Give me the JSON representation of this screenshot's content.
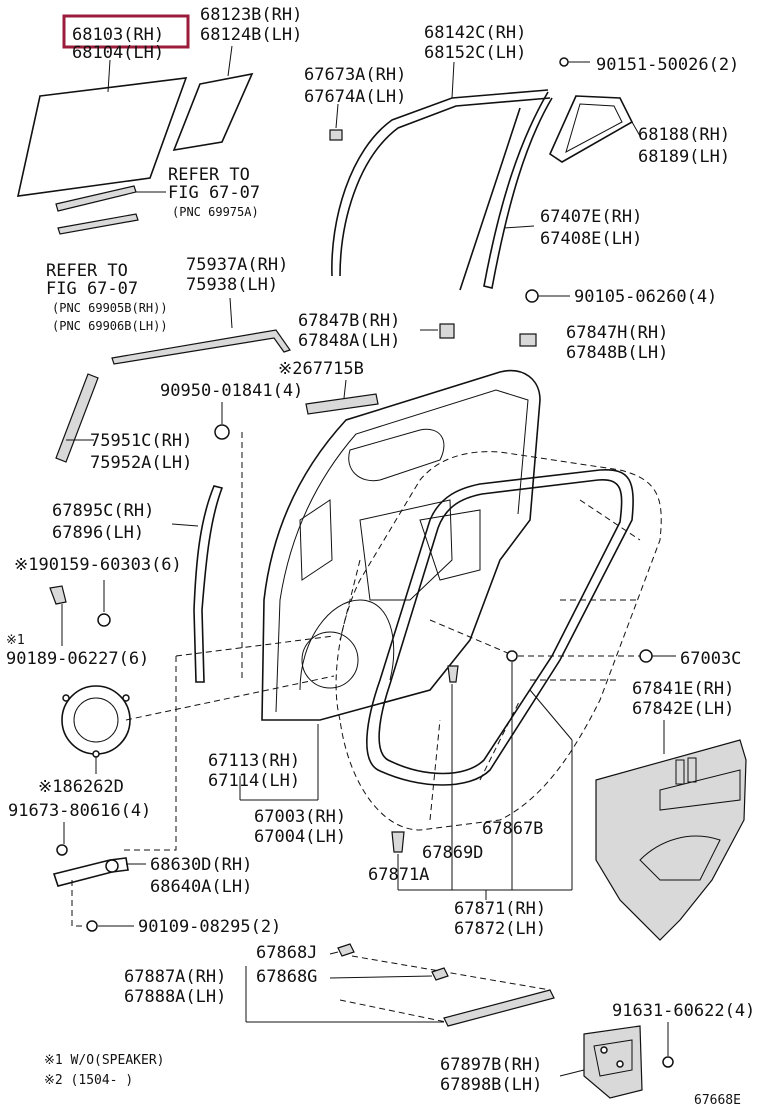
{
  "diagram_id": "67668E",
  "highlight_color": "#9b1b3a",
  "labels": [
    {
      "id": "p68103",
      "text": "68103(RH)"
    },
    {
      "id": "p68104",
      "text": "68104(LH)"
    },
    {
      "id": "p68123b",
      "text": "68123B(RH)"
    },
    {
      "id": "p68124b",
      "text": "68124B(LH)"
    },
    {
      "id": "p68142c",
      "text": "68142C(RH)"
    },
    {
      "id": "p68152c",
      "text": "68152C(LH)"
    },
    {
      "id": "p90151",
      "text": "90151-50026(2)"
    },
    {
      "id": "p67673a",
      "text": "67673A(RH)"
    },
    {
      "id": "p67674a",
      "text": "67674A(LH)"
    },
    {
      "id": "p68188",
      "text": "68188(RH)"
    },
    {
      "id": "p68189",
      "text": "68189(LH)"
    },
    {
      "id": "refer1a",
      "text": "REFER TO"
    },
    {
      "id": "refer1b",
      "text": "FIG 67-07"
    },
    {
      "id": "refer1c",
      "text": "(PNC 69975A)"
    },
    {
      "id": "p67407e",
      "text": "67407E(RH)"
    },
    {
      "id": "p67408e",
      "text": "67408E(LH)"
    },
    {
      "id": "refer2a",
      "text": "REFER TO"
    },
    {
      "id": "refer2b",
      "text": "FIG 67-07"
    },
    {
      "id": "refer2c",
      "text": "(PNC 69905B(RH))"
    },
    {
      "id": "refer2d",
      "text": "(PNC 69906B(LH))"
    },
    {
      "id": "p75937a",
      "text": "75937A(RH)"
    },
    {
      "id": "p75938",
      "text": "75938(LH)"
    },
    {
      "id": "p90105",
      "text": "90105-06260(4)"
    },
    {
      "id": "p67847b",
      "text": "67847B(RH)"
    },
    {
      "id": "p67848a",
      "text": "67848A(LH)"
    },
    {
      "id": "p67847h",
      "text": "67847H(RH)"
    },
    {
      "id": "p67848b",
      "text": "67848B(LH)"
    },
    {
      "id": "p67715b",
      "text": "※267715B"
    },
    {
      "id": "p90950",
      "text": "90950-01841(4)"
    },
    {
      "id": "p75951c",
      "text": "75951C(RH)"
    },
    {
      "id": "p75952a",
      "text": "75952A(LH)"
    },
    {
      "id": "p67895c",
      "text": "67895C(RH)"
    },
    {
      "id": "p67896",
      "text": "67896(LH)"
    },
    {
      "id": "p90159",
      "text": "※190159-60303(6)"
    },
    {
      "id": "star1",
      "text": "※1"
    },
    {
      "id": "p90189",
      "text": "90189-06227(6)"
    },
    {
      "id": "p67003c",
      "text": "67003C"
    },
    {
      "id": "p67841e",
      "text": "67841E(RH)"
    },
    {
      "id": "p67842e",
      "text": "67842E(LH)"
    },
    {
      "id": "p86262d",
      "text": "※186262D"
    },
    {
      "id": "p67113",
      "text": "67113(RH)"
    },
    {
      "id": "p67114",
      "text": "67114(LH)"
    },
    {
      "id": "p91673",
      "text": "91673-80616(4)"
    },
    {
      "id": "p67003rh",
      "text": "67003(RH)"
    },
    {
      "id": "p67004lh",
      "text": "67004(LH)"
    },
    {
      "id": "p67867b",
      "text": "67867B"
    },
    {
      "id": "p67869d",
      "text": "67869D"
    },
    {
      "id": "p68630d",
      "text": "68630D(RH)"
    },
    {
      "id": "p68640a",
      "text": "68640A(LH)"
    },
    {
      "id": "p67871a",
      "text": "67871A"
    },
    {
      "id": "p67871",
      "text": "67871(RH)"
    },
    {
      "id": "p67872",
      "text": "67872(LH)"
    },
    {
      "id": "p90109",
      "text": "90109-08295(2)"
    },
    {
      "id": "p67868j",
      "text": "67868J"
    },
    {
      "id": "p67887a",
      "text": "67887A(RH)"
    },
    {
      "id": "p67888a",
      "text": "67888A(LH)"
    },
    {
      "id": "p67868g",
      "text": "67868G"
    },
    {
      "id": "p91631",
      "text": "91631-60622(4)"
    },
    {
      "id": "note1",
      "text": "※1 W/O(SPEAKER)"
    },
    {
      "id": "note2",
      "text": "※2 (1504-      )"
    },
    {
      "id": "p67897b",
      "text": "67897B(RH)"
    },
    {
      "id": "p67898b",
      "text": "67898B(LH)"
    }
  ]
}
